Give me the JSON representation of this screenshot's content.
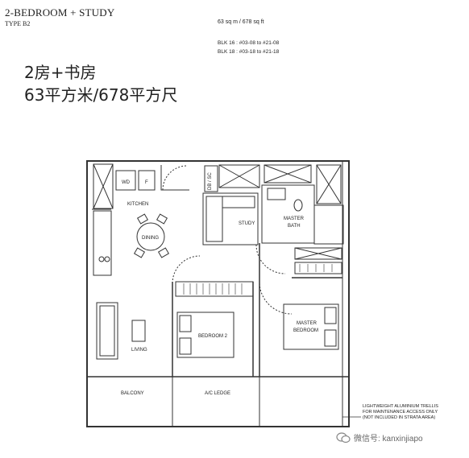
{
  "header": {
    "title": "2-BEDROOM + STUDY",
    "type": "TYPE B2",
    "area": "63 sq m / 678 sq ft",
    "blocks": [
      "BLK 16 :   #03-08 to #21-08",
      "BLK 18 :   #03-18 to #21-18"
    ]
  },
  "chinese": {
    "line1": "2房+书房",
    "line2": "63平方米/678平方尺"
  },
  "rooms": {
    "wd": "WD",
    "f": "F",
    "db_sc": "DB / SC",
    "kitchen": "KITCHEN",
    "dining": "DINING",
    "study": "STUDY",
    "master_bath_1": "MASTER",
    "master_bath_2": "BATH",
    "master_bedroom_1": "MASTER",
    "master_bedroom_2": "BEDROOM",
    "bedroom2": "BEDROOM 2",
    "living": "LIVING",
    "balcony": "BALCONY",
    "ac_ledge": "A/C LEDGE"
  },
  "note": {
    "line1": "LIGHTWEIGHT ALUMINIUM TRELLIS",
    "line2": "FOR MAINTENANCE ACCESS ONLY",
    "line3": "(NOT INCLUDED IN STRATA AREA)"
  },
  "watermark": "微信号: kanxinjiapo"
}
